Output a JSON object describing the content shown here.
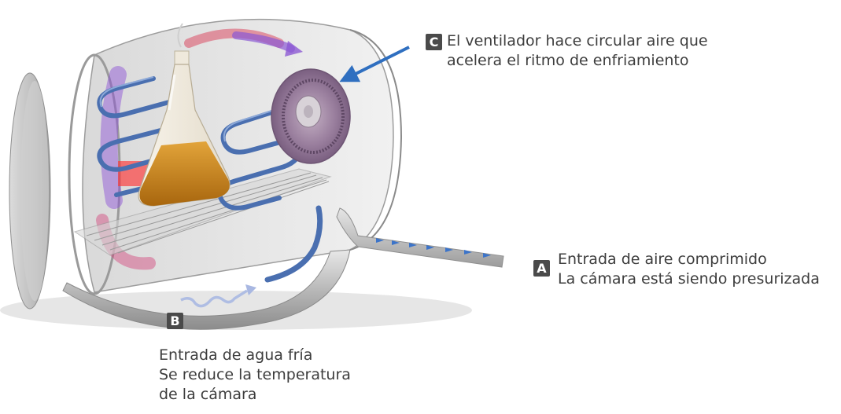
{
  "callouts": {
    "a": {
      "badge": "A",
      "line1": "Entrada de aire comprimido",
      "line2": "La cámara está siendo presurizada"
    },
    "b": {
      "badge": "B",
      "line1": "Entrada de agua fría",
      "line2": "Se reduce la temperatura",
      "line3": "de la cámara"
    },
    "c": {
      "badge": "C",
      "line1": "El ventilador hace circular aire que",
      "line2": "acelera el ritmo de enfriamiento"
    }
  },
  "colors": {
    "chamber_steel": "#c9c9c9",
    "coil_blue": "#4a6fb0",
    "liquid_amber": "#c98a1e",
    "airflow_hot": "#e0304a",
    "airflow_cool": "#7a3fd0",
    "arrow_blue": "#2f6fc0",
    "badge_bg": "#4a4a4a"
  }
}
